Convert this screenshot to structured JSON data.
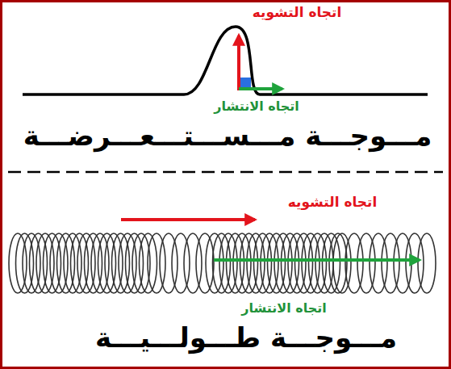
{
  "diagram": {
    "labels": [
      "اتجاه التشويه",
      "اتجاه الانتشار",
      "مـــوجـــة مـــســـتـــعـــرضـــة",
      "اتجاه التشويه",
      "اتجاه الانتشار",
      "مـــوجـــة طـــولـــيـــة"
    ]
  }
}
